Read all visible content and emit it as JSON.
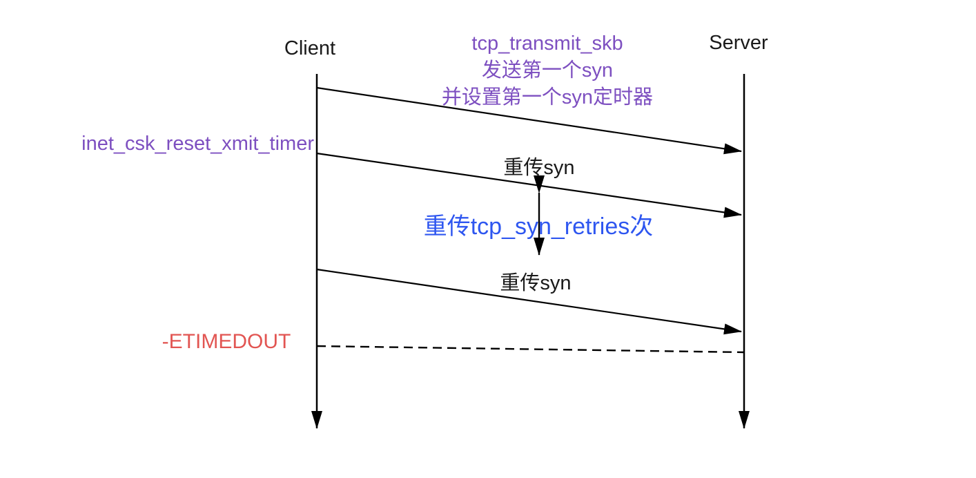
{
  "diagram": {
    "title_hint": "TCP SYN retransmission sequence diagram",
    "actors": {
      "client": "Client",
      "server": "Server"
    },
    "annotations": {
      "top_note": {
        "line1": "tcp_transmit_skb",
        "line2": "发送第一个syn",
        "line3": "并设置第一个syn定时器"
      },
      "left_note": "inet_csk_reset_xmit_timer",
      "retransmit_label_1": "重传syn",
      "retries_note": "重传tcp_syn_retries次",
      "retransmit_label_2": "重传syn",
      "timeout_label": "-ETIMEDOUT"
    },
    "colors": {
      "purple": "#7d4fc0",
      "blue": "#2e56f0",
      "red": "#e25552",
      "line": "#000000"
    }
  }
}
